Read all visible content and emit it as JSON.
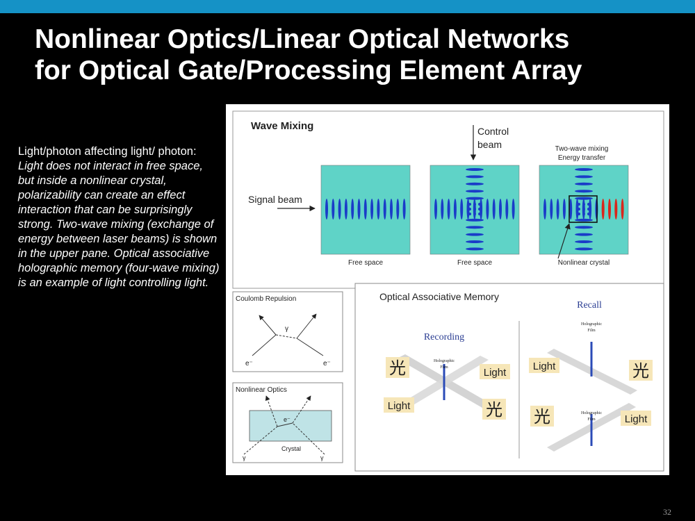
{
  "slide": {
    "title_line1": "Nonlinear Optics/Linear Optical Networks",
    "title_line2": "for Optical Gate/Processing Element Array",
    "body_intro": "Light/photon affecting light/ photon: ",
    "body_italic": "Light does not interact in free space, but inside a nonlinear crystal, polarizability can create an effect interaction that can be surprisingly strong. Two-wave mixing (exchange of energy between laser beams) is shown in the upper pane. Optical associative holographic memory (four-wave mixing) is an example of light controlling light.",
    "slide_number": "32"
  },
  "figure": {
    "wave_mixing": {
      "title": "Wave Mixing",
      "control_beam_line1": "Control",
      "control_beam_line2": "beam",
      "two_wave_line1": "Two-wave mixing",
      "two_wave_line2": "Energy transfer",
      "signal_beam": "Signal beam",
      "cap1": "Free space",
      "cap2": "Free space",
      "cap3": "Nonlinear crystal"
    },
    "coulomb": {
      "title": "Coulomb Repulsion",
      "gamma": "γ",
      "e_left": "e⁻",
      "e_right": "e⁻"
    },
    "nonlinear": {
      "title": "Nonlinear Optics",
      "electron": "e⁻",
      "crystal": "Crystal",
      "gamma_left": "γ",
      "gamma_right": "γ"
    },
    "memory": {
      "title": "Optical Associative Memory",
      "recall": "Recall",
      "recording": "Recording",
      "holo_line1": "Holographic",
      "holo_line2": "Film",
      "light": "Light",
      "kanji": "光"
    }
  },
  "colors": {
    "accent_bar": "#1592c6",
    "field": "#5fd3c7",
    "wave_blue": "#1a3cc8",
    "wave_red": "#d9261c",
    "crystal": "#bfe3e6"
  }
}
